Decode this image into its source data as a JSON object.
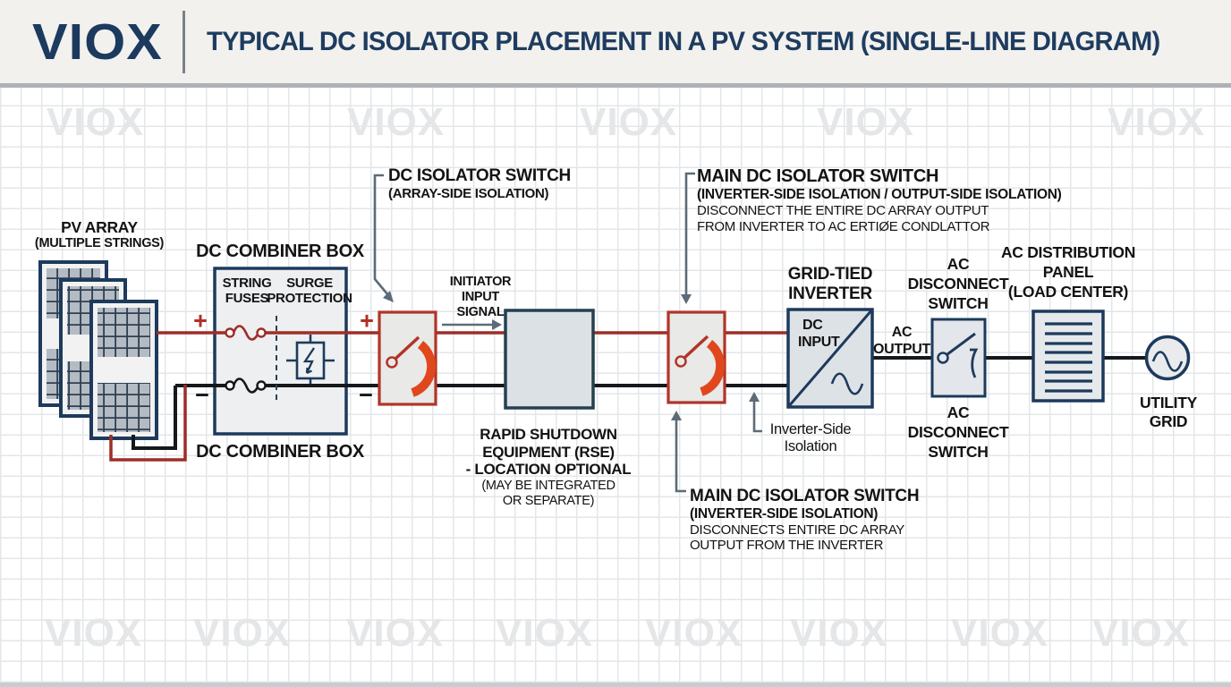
{
  "header": {
    "logo": "VIOX",
    "title": "TYPICAL DC ISOLATOR PLACEMENT IN A PV SYSTEM (SINGLE-LINE DIAGRAM)"
  },
  "watermark": {
    "text": "VIOX"
  },
  "labels": {
    "pv_array": {
      "l1": "PV ARRAY",
      "l2": "(MULTIPLE STRINGS)"
    },
    "combiner_top": "DC COMBINER BOX",
    "combiner_bottom": "DC COMBINER BOX",
    "string_fuses": {
      "l1": "STRING",
      "l2": "FUSES"
    },
    "surge_protection": {
      "l1": "SURGE",
      "l2": "PROTECTION"
    },
    "dc_isolator": {
      "l1": "DC ISOLATOR SWITCH",
      "l2": "(ARRAY-SIDE ISOLATION)"
    },
    "initiator": {
      "l1": "INITIATOR",
      "l2": "INPUT",
      "l3": "SIGNAL"
    },
    "rse": {
      "l1": "RAPID SHUTDOWN",
      "l2": "EQUIPMENT (RSE)",
      "l3": "- LOCATION OPTIONAL",
      "l4": "(MAY BE INTEGRATED",
      "l5": "OR SEPARATE)"
    },
    "main_dc_top": {
      "l1": "MAIN DC ISOLATOR SWITCH",
      "l2": "(INVERTER-SIDE ISOLATION / OUTPUT-SIDE ISOLATION)",
      "l3": "DISCONNECT THE ENTIRE DC ARRAY OUTPUT",
      "l4": "FROM INVERTER TO AC ERTIØE CONDLATTOR"
    },
    "main_dc_bottom": {
      "l1": "MAIN DC ISOLATOR SWITCH",
      "l2": "(INVERTER-SIDE ISOLATION)",
      "l3": "DISCONNECTS ENTIRE DC ARRAY",
      "l4": "OUTPUT FROM THE INVERTER"
    },
    "inverter_side": {
      "l1": "Inverter-Side",
      "l2": "Isolation"
    },
    "grid_tied": {
      "l1": "GRID-TIED",
      "l2": "INVERTER"
    },
    "dc_input": {
      "l1": "DC",
      "l2": "INPUT"
    },
    "ac_output": {
      "l1": "AC",
      "l2": "OUTPUT"
    },
    "ac_disconnect_top": {
      "l1": "AC",
      "l2": "DISCONNECT",
      "l3": "SWITCH"
    },
    "ac_disconnect_bottom": {
      "l1": "AC",
      "l2": "DISCONNECT",
      "l3": "SWITCH"
    },
    "ac_panel": {
      "l1": "AC DISTRIBUTION",
      "l2": "PANEL",
      "l3": "(LOAD CENTER)"
    },
    "utility": {
      "l1": "UTILITY",
      "l2": "GRID"
    },
    "plus": "+",
    "minus": "−"
  },
  "colors": {
    "navy": "#1d3a5c",
    "header_bg": "#f2f1ee",
    "wire_red": "#9e2d27",
    "wire_black": "#15181c",
    "isolator_red": "#b0352a",
    "arc_orange": "#e1471d",
    "callout_gray": "#5c6b77",
    "box_fill": "#e2e6ea",
    "grid_line": "#e3e7ea",
    "watermark": "#e5e6e8"
  }
}
